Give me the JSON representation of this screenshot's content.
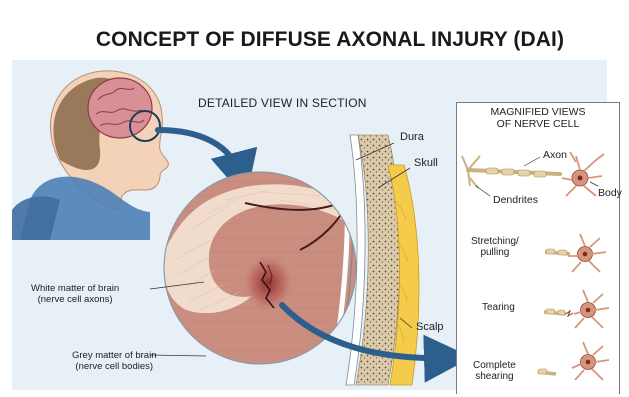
{
  "title": "CONCEPT OF DIFFUSE AXONAL INJURY (DAI)",
  "section_title": "DETAILED VIEW IN SECTION",
  "magnified_title": "MAGNIFIED VIEWS\nOF NERVE CELL",
  "layers": {
    "dura": "Dura",
    "skull": "Skull",
    "scalp": "Scalp"
  },
  "left_labels": {
    "white_matter": "White matter of brain\n(nerve cell axons)",
    "grey_matter": "Grey matter of brain\n(nerve cell bodies)"
  },
  "cell_parts": {
    "axon": "Axon",
    "dendrites": "Dendrites",
    "body": "Body"
  },
  "stages": {
    "stretching": "Stretching/\npulling",
    "tearing": "Tearing",
    "shearing": "Complete\nshearing"
  },
  "colors": {
    "background_panel": "#e6f0f6",
    "arrow": "#2d5f8c",
    "grey_matter": "#c98e80",
    "white_matter": "#f1dccc",
    "skull": "#d7c6a8",
    "scalp": "#f4cb4a",
    "cell": "#d8957c",
    "axon": "#cdb080"
  }
}
